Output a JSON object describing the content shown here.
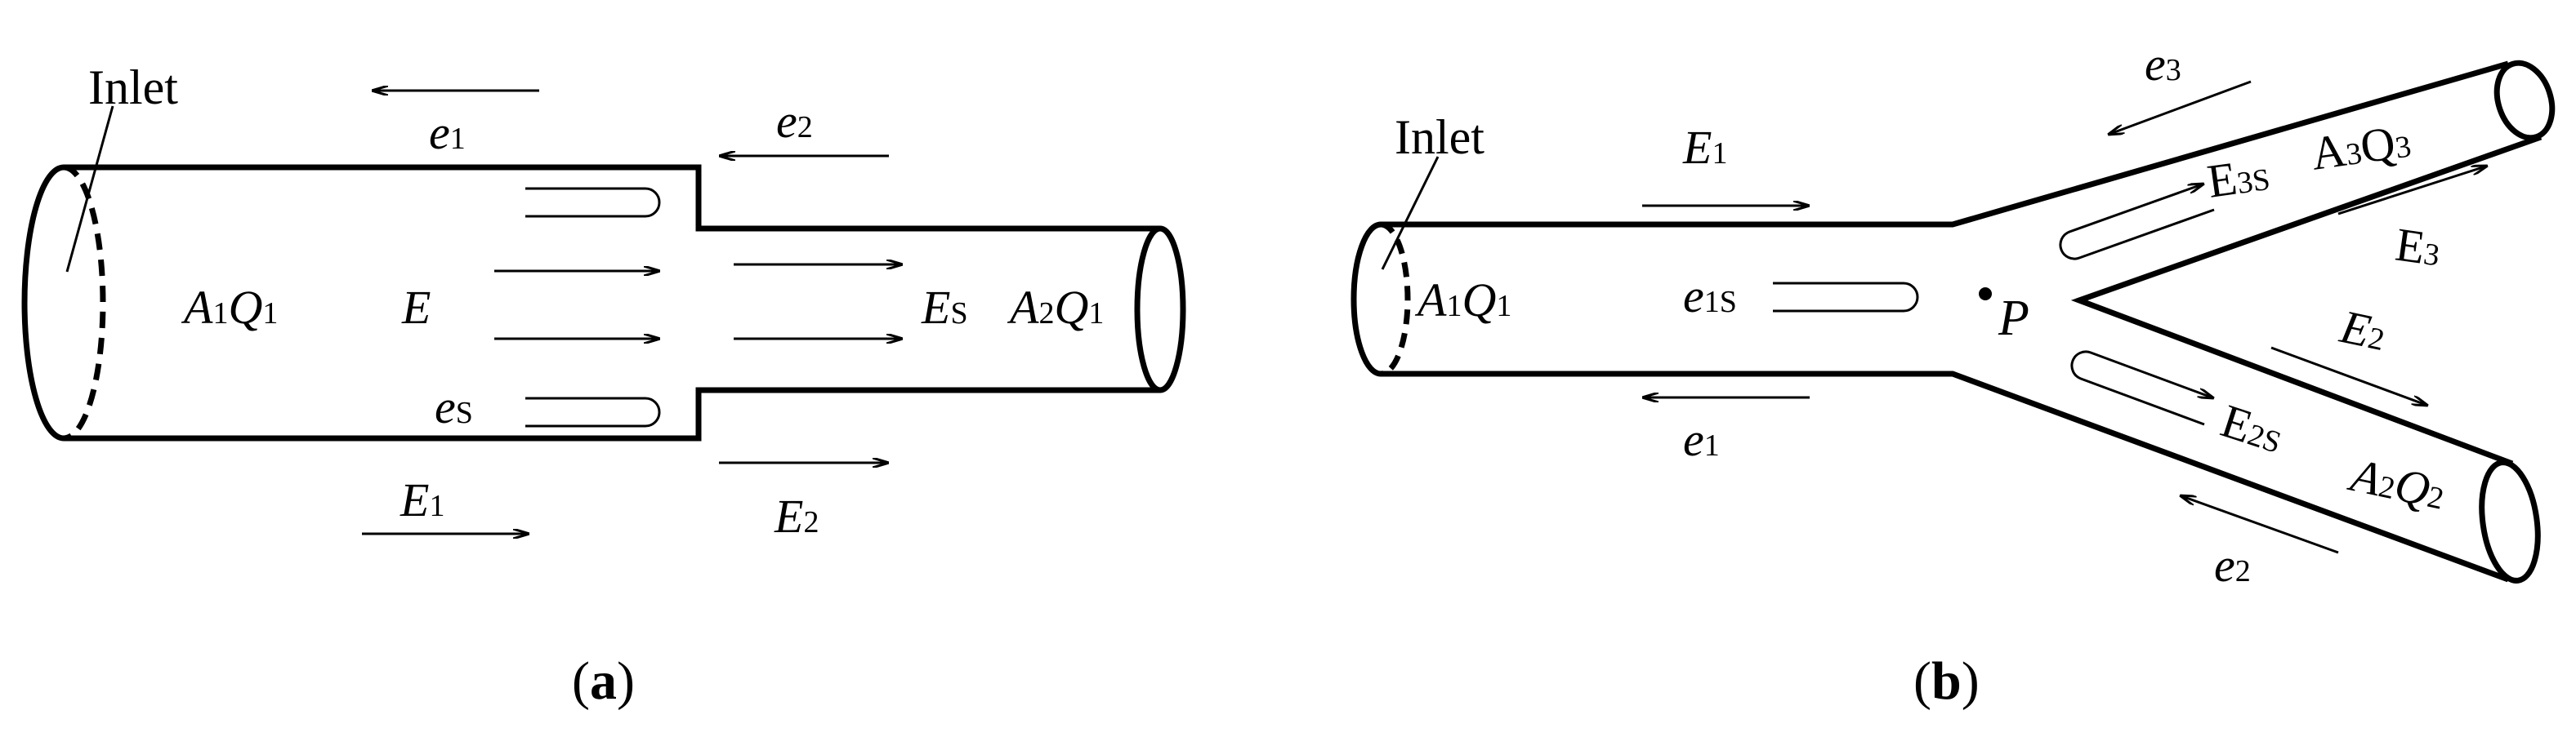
{
  "panel_a": {
    "inlet": "Inlet",
    "e1": "e",
    "e1_sub": "1",
    "e2": "e",
    "e2_sub": "2",
    "A1Q1": {
      "a": "A",
      "a_sub": "1",
      "q": "Q",
      "q_sub": "1"
    },
    "E": "E",
    "Es": "E",
    "Es_sub": "S",
    "A2Q1": {
      "a": "A",
      "a_sub": "2",
      "q": "Q",
      "q_sub": "1"
    },
    "es": "e",
    "es_sub": "S",
    "E1": "E",
    "E1_sub": "1",
    "E2": "E",
    "E2_sub": "2",
    "caption_open": "(",
    "caption_letter": "a",
    "caption_close": ")"
  },
  "panel_b": {
    "inlet": "Inlet",
    "E1": "E",
    "E1_sub": "1",
    "A1Q1": {
      "a": "A",
      "a_sub": "1",
      "q": "Q",
      "q_sub": "1"
    },
    "e1s": "e",
    "e1s_sub": "1S",
    "e1": "e",
    "e1_sub": "1",
    "P": "P",
    "e3": "e",
    "e3_sub": "3",
    "E3s": "E",
    "E3s_sub": "3S",
    "A3Q3": {
      "a": "A",
      "a_sub": "3",
      "q": "Q",
      "q_sub": "3"
    },
    "E3": "E",
    "E3_sub": "3",
    "E2": "E",
    "E2_sub": "2",
    "E2s": "E",
    "E2s_sub": "2S",
    "A2Q2": {
      "a": "A",
      "a_sub": "2",
      "q": "Q",
      "q_sub": "2"
    },
    "e2": "e",
    "e2_sub": "2",
    "caption_open": "(",
    "caption_letter": "b",
    "caption_close": ")"
  }
}
